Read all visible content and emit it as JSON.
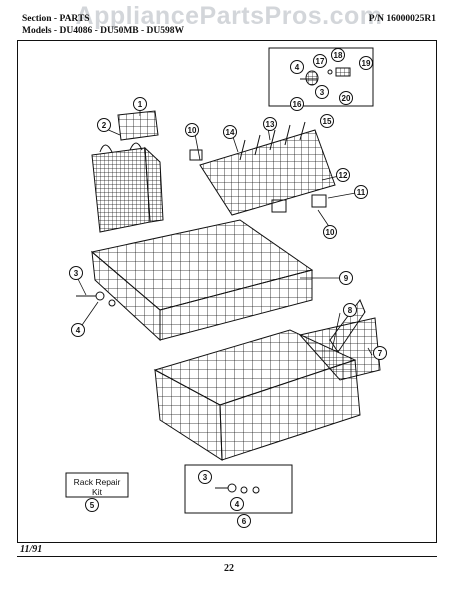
{
  "watermark": "AppliancePartsPros.com",
  "header": {
    "section": "Section - PARTS",
    "models": "Models - DU4086 - DU50MB - DU598W",
    "pn": "P/N 16000025R1"
  },
  "callouts": [
    "1",
    "2",
    "3",
    "4",
    "5",
    "6",
    "7",
    "8",
    "9",
    "10",
    "11",
    "12",
    "13",
    "14",
    "15",
    "16",
    "17",
    "18",
    "19",
    "20"
  ],
  "kit_label": "Rack Repair Kit",
  "footer": {
    "date": "11/91",
    "page": "22"
  }
}
